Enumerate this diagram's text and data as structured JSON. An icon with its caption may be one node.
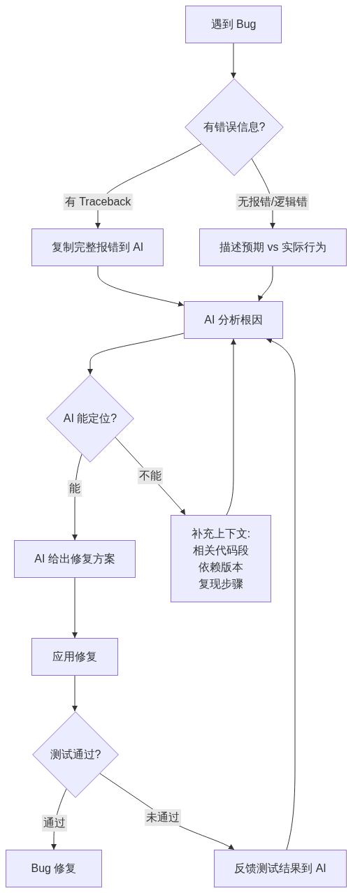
{
  "diagram": {
    "nodes": [
      {
        "text": [
          "遇到 Bug"
        ]
      },
      {
        "text": [
          "有错误信息?"
        ]
      },
      {
        "text": [
          "复制完整报错到 AI"
        ]
      },
      {
        "text": [
          "描述预期 vs 实际行为"
        ]
      },
      {
        "text": [
          "AI 分析根因"
        ]
      },
      {
        "text": [
          "AI 能定位?"
        ]
      },
      {
        "text": [
          "AI 给出修复方案"
        ]
      },
      {
        "text": [
          "补充上下文:",
          "相关代码段",
          "依赖版本",
          "复现步骤"
        ]
      },
      {
        "text": [
          "应用修复"
        ]
      },
      {
        "text": [
          "测试通过?"
        ]
      },
      {
        "text": [
          "Bug 修复"
        ]
      },
      {
        "text": [
          "反馈测试结果到 AI"
        ]
      }
    ],
    "edges": [
      {
        "from": 0,
        "to": 1,
        "arrow": "to"
      },
      {
        "from": 1,
        "to": 2,
        "arrow": "to",
        "label": "有 Traceback"
      },
      {
        "from": 1,
        "to": 3,
        "arrow": "to",
        "label": "无报错/逻辑错"
      },
      {
        "from": 2,
        "to": 4,
        "arrow": "to"
      },
      {
        "from": 3,
        "to": 4,
        "arrow": "to"
      },
      {
        "from": 4,
        "to": 5,
        "arrow": "to"
      },
      {
        "from": 5,
        "to": 6,
        "arrow": "to",
        "label": "能"
      },
      {
        "from": 5,
        "to": 7,
        "arrow": "to",
        "label": "不能"
      },
      {
        "from": 7,
        "to": 4,
        "arrow": "to"
      },
      {
        "from": 6,
        "to": 8,
        "arrow": "to"
      },
      {
        "from": 8,
        "to": 9,
        "arrow": "to"
      },
      {
        "from": 9,
        "to": 10,
        "arrow": "to",
        "label": "通过"
      },
      {
        "from": 9,
        "to": 11,
        "arrow": "to",
        "label": "未通过"
      },
      {
        "from": 11,
        "to": 4,
        "arrow": "to"
      }
    ]
  }
}
